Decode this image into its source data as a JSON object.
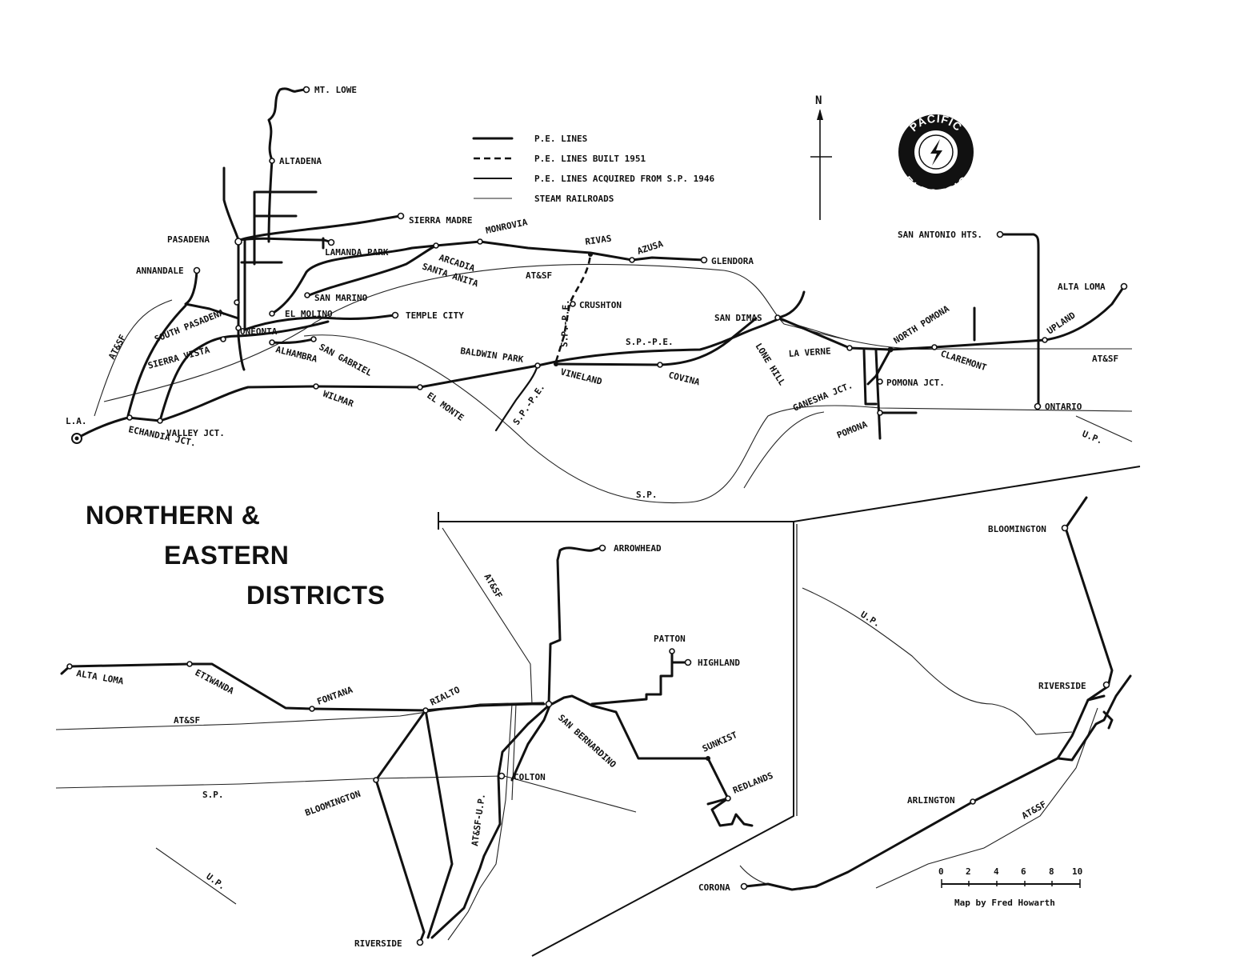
{
  "title": {
    "line1": "NORTHERN &",
    "line2": "EASTERN",
    "line3": "DISTRICTS"
  },
  "legend": {
    "pe_lines": "P.E. LINES",
    "pe_built_1951": "P.E. LINES BUILT 1951",
    "pe_acquired": "P.E. LINES ACQUIRED FROM S.P. 1946",
    "steam": "STEAM RAILROADS"
  },
  "north": "N",
  "logo": {
    "top": "PACIFIC",
    "bottom": "ELECTRIC"
  },
  "scale": {
    "ticks": [
      "0",
      "2",
      "4",
      "6",
      "8",
      "10"
    ],
    "credit": "Map by Fred Howarth"
  },
  "stations_north": {
    "mt_lowe": "MT. LOWE",
    "altadena": "ALTADENA",
    "pasadena": "PASADENA",
    "annandale": "ANNANDALE",
    "sierra_madre": "SIERRA MADRE",
    "lamanda_park": "LAMANDA PARK",
    "monrovia": "MONROVIA",
    "arcadia": "ARCADIA",
    "santa_anita": "SANTA ANITA",
    "rivas": "RIVAS",
    "azusa": "AZUSA",
    "glendora": "GLENDORA",
    "san_marino": "SAN MARINO",
    "south_pasadena": "SOUTH PASADENA",
    "el_molino": "EL MOLINO",
    "temple_city": "TEMPLE CITY",
    "oneonta": "ONEONTA",
    "sierra_vista": "SIERRA VISTA",
    "alhambra": "ALHAMBRA",
    "san_gabriel": "SAN GABRIEL",
    "crushton": "CRUSHTON",
    "baldwin_park": "BALDWIN PARK",
    "vineland": "VINELAND",
    "covina": "COVINA",
    "san_dimas": "SAN DIMAS",
    "lone_hill": "LONE HILL",
    "la_verne": "LA VERNE",
    "north_pomona": "NORTH POMONA",
    "claremont": "CLAREMONT",
    "upland": "UPLAND",
    "alta_loma": "ALTA LOMA",
    "san_antonio_hts": "SAN ANTONIO HTS.",
    "ontario": "ONTARIO",
    "pomona_jct": "POMONA JCT.",
    "ganesha_jct": "GANESHA JCT.",
    "pomona": "POMONA",
    "wilmar": "WILMAR",
    "el_monte": "EL MONTE",
    "la": "L.A.",
    "valley_jct": "VALLEY JCT.",
    "echandia_jct": "ECHANDIA JCT."
  },
  "railroads_north": {
    "atsf_west": "AT&SF",
    "atsf_mid": "AT&SF",
    "atsf_east": "AT&SF",
    "sp_pe_top": "S.P.-P.E.",
    "sp_pe_vert": "S.P.-P.E.",
    "sp_pe_diag": "S.P.-P.E.",
    "up_east": "U.P.",
    "sp_bottom": "S.P."
  },
  "stations_sb": {
    "arrowhead": "ARROWHEAD",
    "patton": "PATTON",
    "highland": "HIGHLAND",
    "alta_loma": "ALTA LOMA",
    "etiwanda": "ETIWANDA",
    "fontana": "FONTANA",
    "rialto": "RIALTO",
    "san_bernardino": "SAN BERNARDINO",
    "sunkist": "SUNKIST",
    "redlands": "REDLANDS",
    "colton": "COLTON",
    "bloomington": "BLOOMINGTON",
    "riverside": "RIVERSIDE"
  },
  "railroads_sb": {
    "atsf_diag": "AT&SF",
    "atsf_horiz": "AT&SF",
    "sp": "S.P.",
    "up": "U.P.",
    "atsf_up": "AT&SF-U.P."
  },
  "stations_riv": {
    "bloomington": "BLOOMINGTON",
    "riverside": "RIVERSIDE",
    "arlington": "ARLINGTON",
    "corona": "CORONA"
  },
  "railroads_riv": {
    "up": "U.P.",
    "atsf": "AT&SF"
  }
}
